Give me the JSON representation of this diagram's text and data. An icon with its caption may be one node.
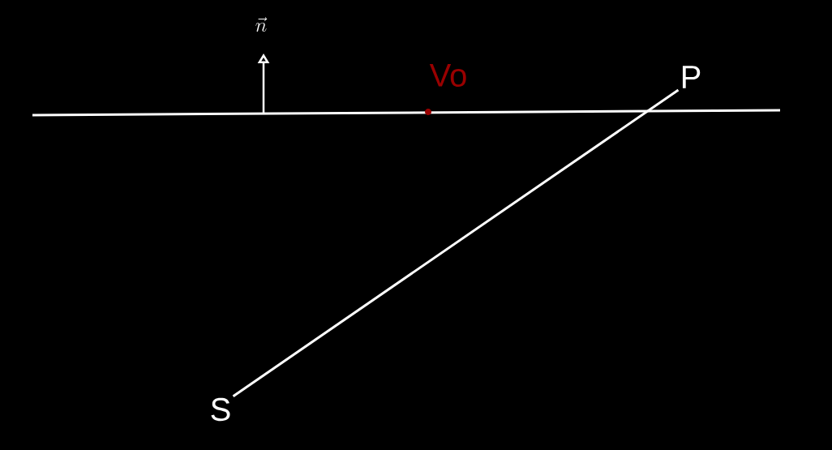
{
  "diagram": {
    "nodes": [
      {
        "text": [
          "P"
        ]
      },
      {
        "text": [
          "S"
        ]
      }
    ],
    "edges": [
      {
        "from": 1,
        "to": 0,
        "arrow": "none"
      }
    ],
    "labels": [
      "\\vec{n}",
      "Vo"
    ]
  }
}
